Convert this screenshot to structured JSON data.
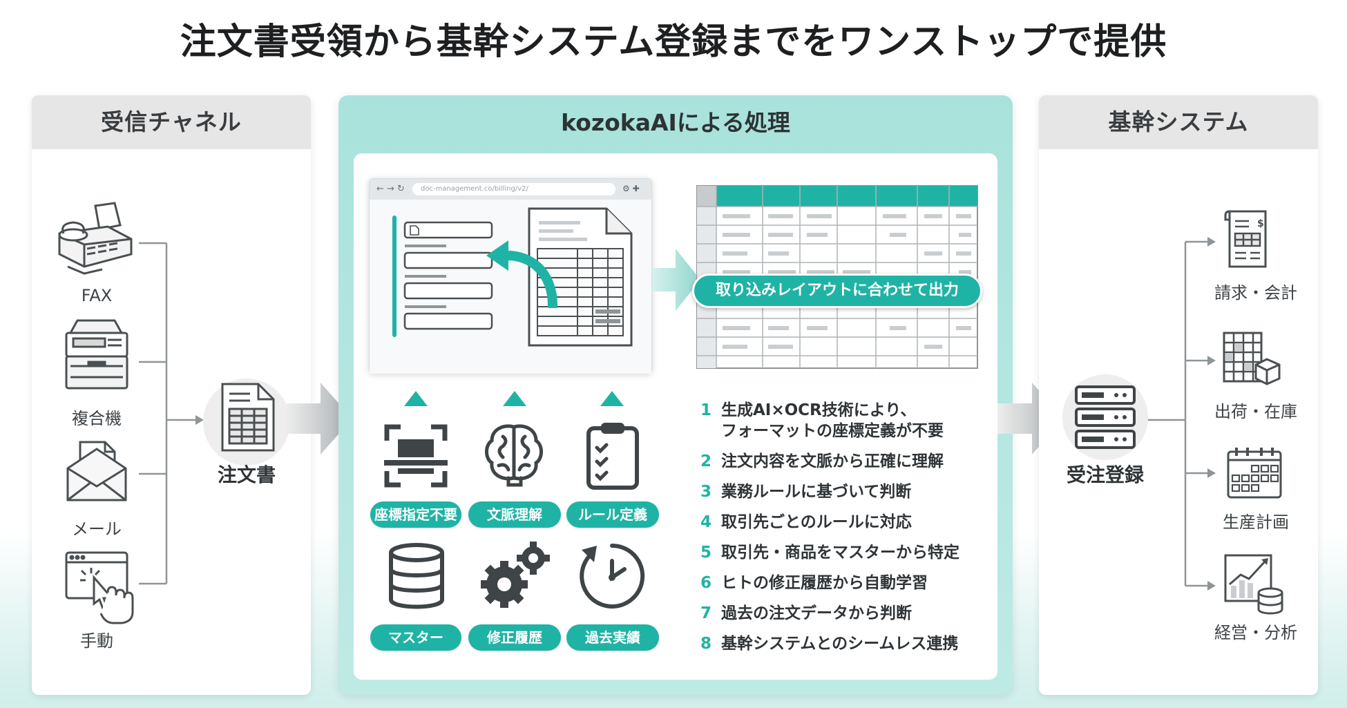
{
  "title": "注文書受領から基幹システム登録までをワンストップで提供",
  "left_panel": {
    "header": "受信チャネル",
    "channels": [
      {
        "label": "FAX",
        "icon": "fax-machine-icon"
      },
      {
        "label": "複合機",
        "icon": "multifunction-printer-icon"
      },
      {
        "label": "メール",
        "icon": "envelope-icon"
      },
      {
        "label": "手動",
        "icon": "browser-hand-cursor-icon"
      }
    ],
    "document_label": "注文書"
  },
  "middle_panel": {
    "header": "kozokaAIによる処理",
    "browser_url": "doc-management.co/billing/v2/",
    "output_label": "取り込みレイアウトに合わせて出力",
    "features": [
      {
        "label": "座標指定不要",
        "icon": "scan-frame-icon"
      },
      {
        "label": "文脈理解",
        "icon": "brain-icon"
      },
      {
        "label": "ルール定義",
        "icon": "clipboard-checklist-icon"
      },
      {
        "label": "マスター",
        "icon": "database-icon"
      },
      {
        "label": "修正履歴",
        "icon": "gears-icon"
      },
      {
        "label": "過去実績",
        "icon": "clock-history-icon"
      }
    ],
    "points": [
      {
        "num": "1",
        "line1": "生成AI×OCR技術により、",
        "line2": "フォーマットの座標定義が不要"
      },
      {
        "num": "2",
        "line1": "注文内容を文脈から正確に理解"
      },
      {
        "num": "3",
        "line1": "業務ルールに基づいて判断"
      },
      {
        "num": "4",
        "line1": "取引先ごとのルールに対応"
      },
      {
        "num": "5",
        "line1": "取引先・商品をマスターから特定"
      },
      {
        "num": "6",
        "line1": "ヒトの修正履歴から自動学習"
      },
      {
        "num": "7",
        "line1": "過去の注文データから判断"
      },
      {
        "num": "8",
        "line1": "基幹システムとのシームレス連携"
      }
    ]
  },
  "right_panel": {
    "header": "基幹システム",
    "registration_label": "受注登録",
    "systems": [
      {
        "label": "請求・会計",
        "icon": "invoice-icon"
      },
      {
        "label": "出荷・在庫",
        "icon": "warehouse-boxes-icon"
      },
      {
        "label": "生産計画",
        "icon": "calendar-icon"
      },
      {
        "label": "経営・分析",
        "icon": "chart-database-icon"
      }
    ]
  },
  "colors": {
    "teal": "#1fb3a5",
    "teal_light": "#bfeae4",
    "header_gray": "#e6e6e6",
    "icon_dark": "#4a4f52"
  }
}
